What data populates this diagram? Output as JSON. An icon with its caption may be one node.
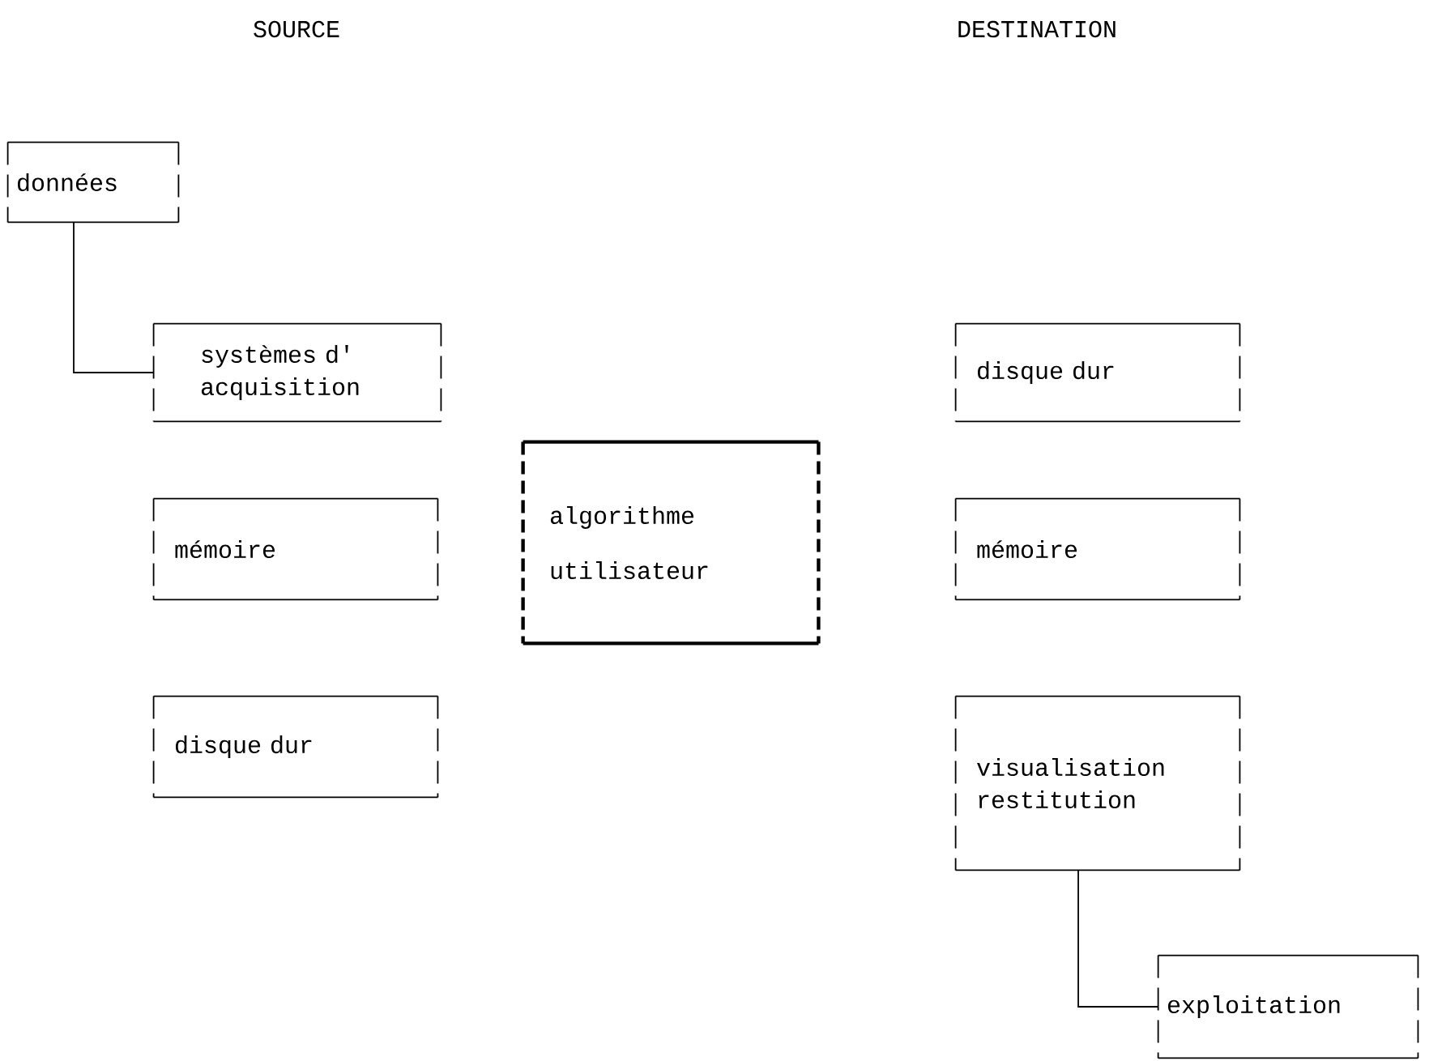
{
  "diagram": {
    "nodes": [
      {
        "text": [
          "données"
        ]
      },
      {
        "text": [
          "systèmes d' acquisition"
        ]
      },
      {
        "text": [
          "mémoire"
        ]
      },
      {
        "text": [
          "disque dur"
        ]
      },
      {
        "text": [
          "algorithme",
          "utilisateur"
        ]
      },
      {
        "text": [
          "disque dur"
        ]
      },
      {
        "text": [
          "mémoire"
        ]
      },
      {
        "text": [
          "visualisation restitution"
        ]
      },
      {
        "text": [
          "exploitation"
        ]
      }
    ],
    "edges": [
      {
        "from": 0,
        "to": 1,
        "arrow": "none"
      },
      {
        "from": 7,
        "to": 8,
        "arrow": "none"
      }
    ],
    "labels": [
      "SOURCE",
      "DESTINATION"
    ]
  }
}
